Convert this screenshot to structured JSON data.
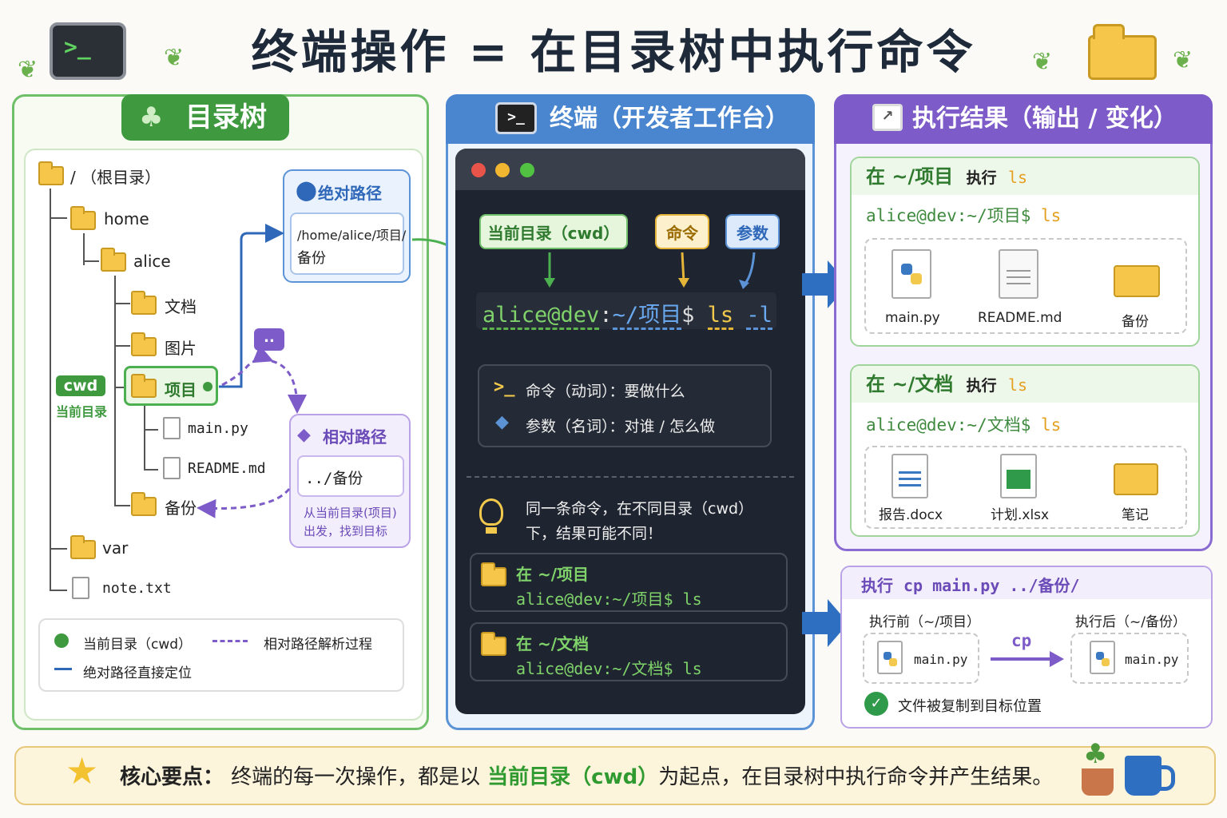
{
  "title": "终端操作 = 在目录树中执行命令",
  "tree": {
    "header": "目录树",
    "root": "/ （根目录）",
    "home": "home",
    "alice": "alice",
    "docs": "文档",
    "pics": "图片",
    "project": "项目",
    "main": "main.py",
    "readme": "README.md",
    "backup": "备份",
    "var": "var",
    "note": "note.txt",
    "cwd_badge": "cwd",
    "cwd_caption": "当前目录",
    "abs_title": "绝对路径",
    "abs_path_1": "/home/alice/项目/",
    "abs_path_2": "备份",
    "rel_title": "相对路径",
    "rel_path": "../备份",
    "rel_note_1": "从当前目录(项目)",
    "rel_note_2": "出发，找到目标",
    "bubble": "..",
    "legend_cwd": "当前目录（cwd）",
    "legend_rel": "相对路径解析过程",
    "legend_abs": "绝对路径直接定位"
  },
  "terminal": {
    "header": "终端（开发者工作台）",
    "tag_cwd": "当前目录（cwd）",
    "tag_cmd": "命令",
    "tag_arg": "参数",
    "prompt_user": "alice@dev",
    "prompt_colon": ":",
    "prompt_dir": "~/项目",
    "prompt_dollar": "$",
    "prompt_cmd": "ls",
    "prompt_arg": "-l",
    "info_cmd": "命令（动词）：要做什么",
    "info_arg": "参数（名词）：对谁 / 怎么做",
    "tip_1": "同一条命令，在不同目录（cwd）",
    "tip_2": "下，结果可能不同！",
    "ex1_title": "在 ~/项目",
    "ex1_cmd": "alice@dev:~/项目$ ls",
    "ex2_title": "在 ~/文档",
    "ex2_cmd": "alice@dev:~/文档$ ls"
  },
  "results": {
    "header": "执行结果（输出 / 变化）",
    "r1_in": "在 ~/项目",
    "r1_exec": "执行",
    "r1_ls": "ls",
    "r1_prompt": "alice@dev:~/项目$",
    "r1_cmd": "ls",
    "r1_f1": "main.py",
    "r1_f2": "README.md",
    "r1_f3": "备份",
    "r2_in": "在 ~/文档",
    "r2_exec": "执行",
    "r2_ls": "ls",
    "r2_prompt": "alice@dev:~/文档$",
    "r2_cmd": "ls",
    "r2_f1": "报告.docx",
    "r2_f2": "计划.xlsx",
    "r2_f3": "笔记",
    "cp_exec": "执行",
    "cp_cmd": "cp main.py ../备份/",
    "cp_before": "执行前（~/项目）",
    "cp_after": "执行后（~/备份）",
    "cp_label": "cp",
    "cp_file_before": "main.py",
    "cp_file_after": "main.py",
    "cp_done": "文件被复制到目标位置"
  },
  "bottom": {
    "prefix": "核心要点：",
    "text_1": "终端的每一次操作，都是以",
    "highlight": "当前目录（cwd）",
    "text_2": "为起点，在目录树中执行命令并产生结果。"
  }
}
